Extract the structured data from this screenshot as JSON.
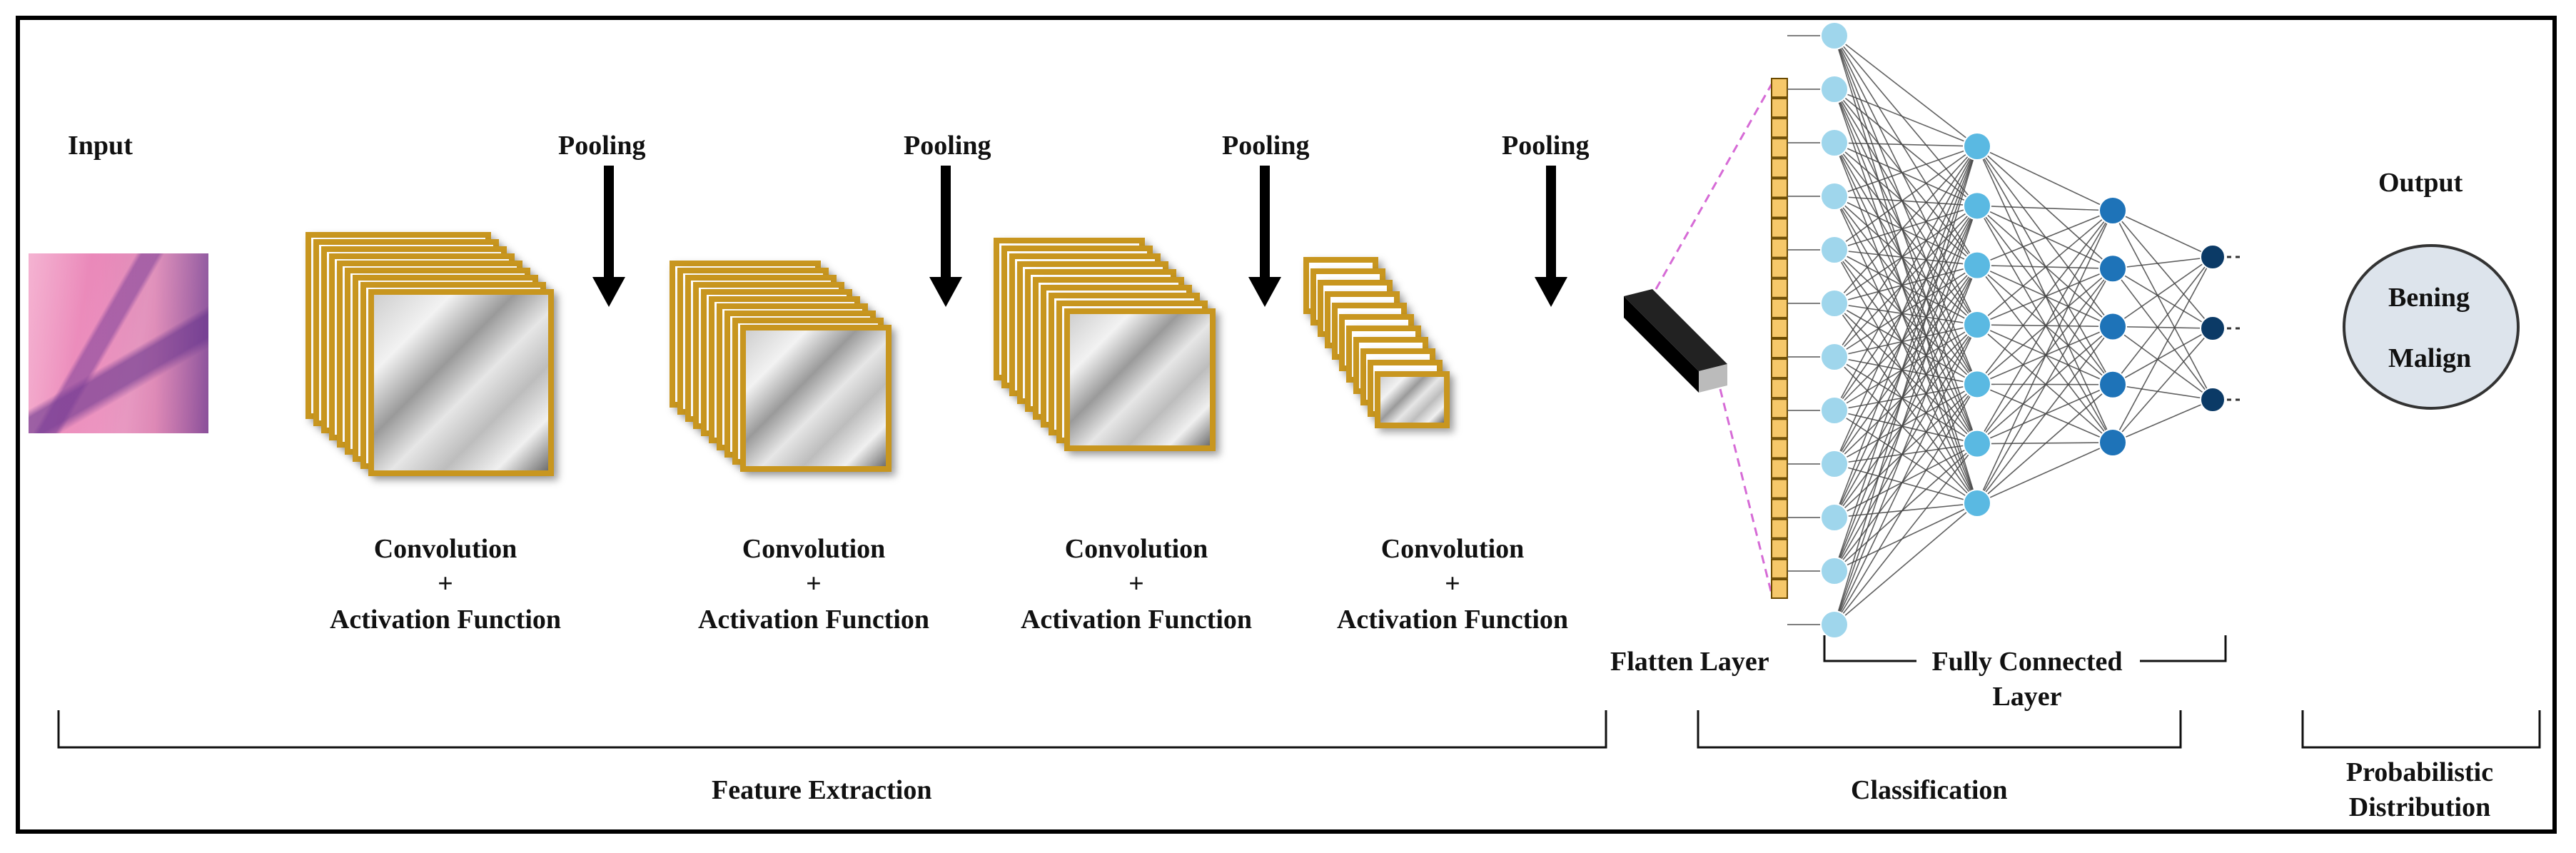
{
  "labels": {
    "input": "Input",
    "pooling": "Pooling",
    "conv_line1": "Convolution",
    "conv_line2": "+",
    "conv_line3": "Activation Function",
    "output": "Output",
    "flatten": "Flatten Layer",
    "fc_line1": "Fully Connected",
    "fc_line2": "Layer",
    "output_class1": "Bening",
    "output_class2": "Malign"
  },
  "sections": {
    "feature_extraction": "Feature Extraction",
    "classification": "Classification",
    "prob_line1": "Probabilistic",
    "prob_line2": "Distribution"
  },
  "network": {
    "layer_sizes": [
      12,
      7,
      5,
      3
    ],
    "colors": [
      "#9fd6ec",
      "#5ab9e2",
      "#1e73b8",
      "#0b3a66"
    ],
    "flatten_cells": 26
  },
  "colors": {
    "frame": "#c8961f",
    "histology": "#e07ab0",
    "output_circle": "#dde4ec"
  }
}
